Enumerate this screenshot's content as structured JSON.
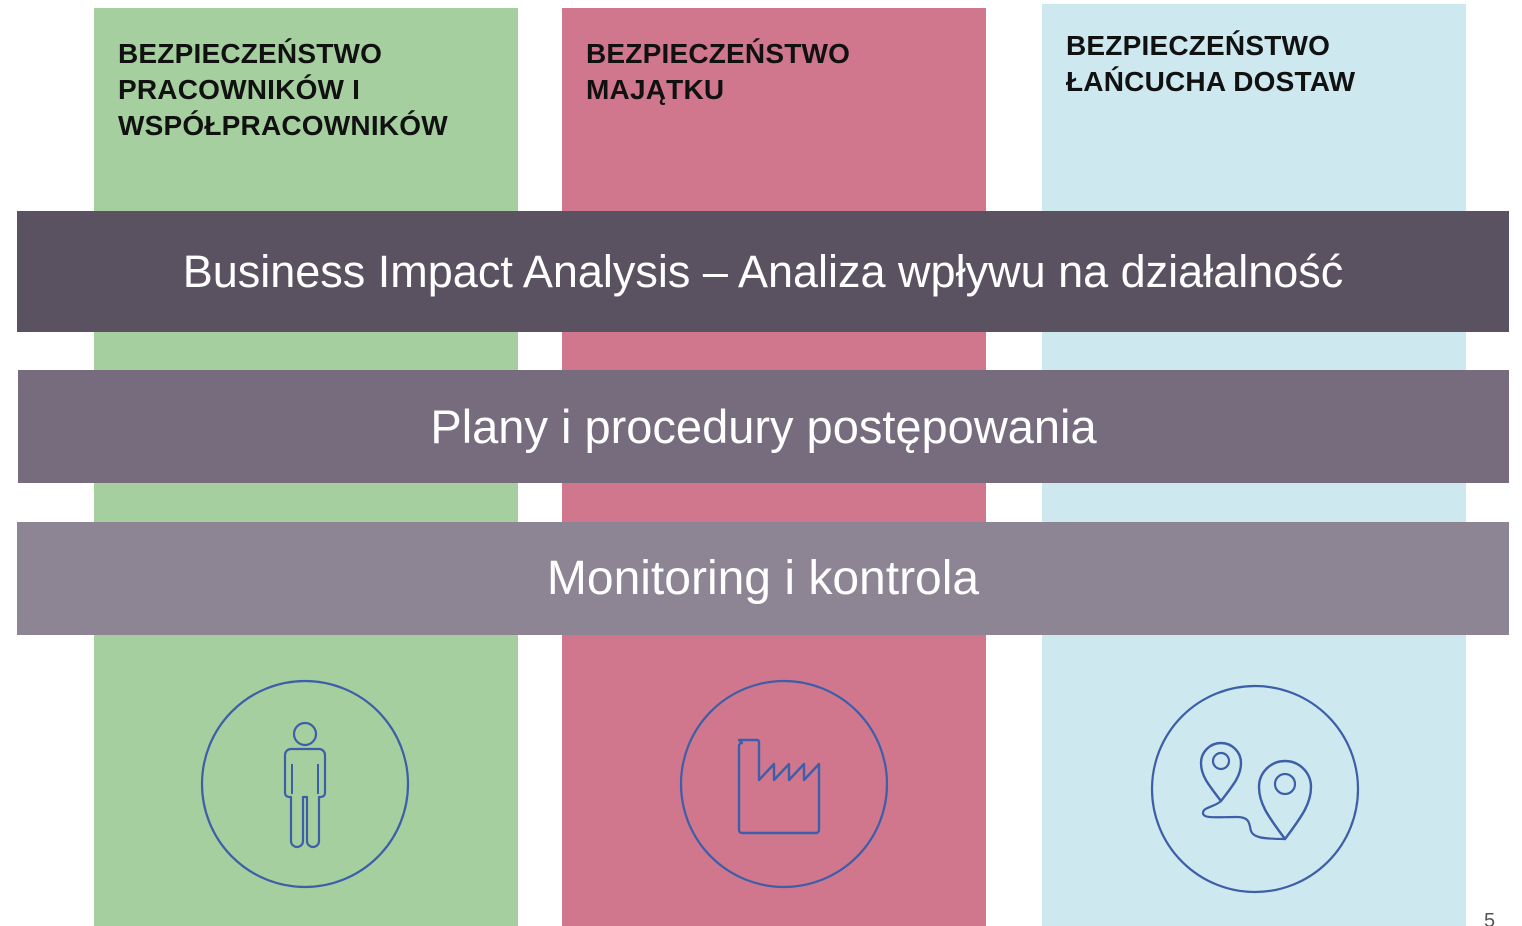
{
  "pillars": [
    {
      "title": "BEZPIECZEŃSTWO PRACOWNIKÓW I WSPÓŁPRACOWNIKÓW",
      "color": "#a5cf9e",
      "icon": "person-icon"
    },
    {
      "title": "BEZPIECZEŃSTWO MAJĄTKU",
      "color": "#d0778e",
      "icon": "factory-icon"
    },
    {
      "title": "BEZPIECZEŃSTWO ŁAŃCUCHA DOSTAW",
      "color": "#cde8ee",
      "icon": "location-route-icon"
    }
  ],
  "bands": [
    {
      "label": "Business Impact Analysis – Analiza wpływu na działalność",
      "color": "#5a5260"
    },
    {
      "label": "Plany i procedury postępowania",
      "color": "#776c7e"
    },
    {
      "label": "Monitoring i kontrola",
      "color": "#8d8494"
    }
  ],
  "icon_stroke_color": "#3d5ea8",
  "page_number": "5"
}
